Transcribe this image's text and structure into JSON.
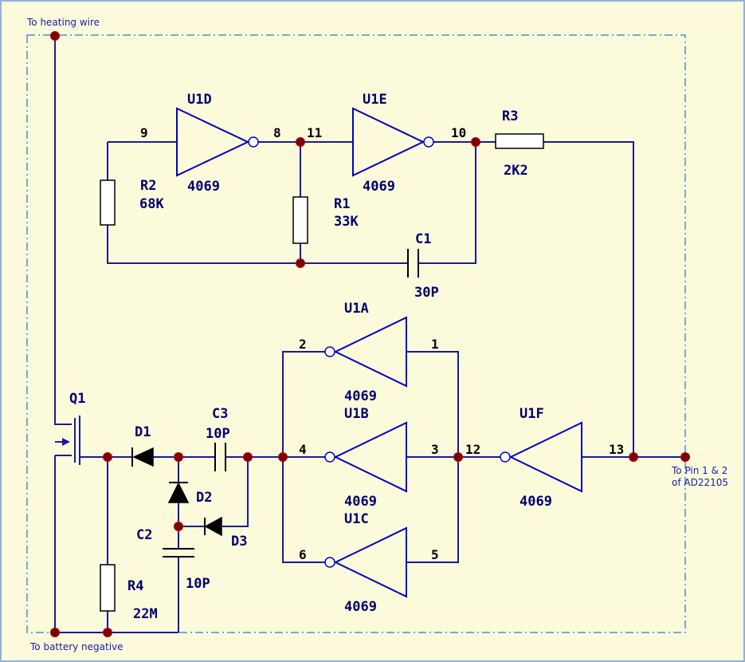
{
  "notes": {
    "heating_wire": "To heating wire",
    "battery_negative": "To battery negative",
    "pin_line1": "To Pin 1 & 2",
    "pin_line2": "of AD22105"
  },
  "components": {
    "u1d": {
      "ref": "U1D",
      "value": "4069",
      "pin_in": "9",
      "pin_out": "8"
    },
    "u1e": {
      "ref": "U1E",
      "value": "4069",
      "pin_in": "11",
      "pin_out": "10"
    },
    "u1a": {
      "ref": "U1A",
      "value": "4069",
      "pin_in": "1",
      "pin_out": "2"
    },
    "u1b": {
      "ref": "U1B",
      "value": "4069",
      "pin_in": "3",
      "pin_out": "4"
    },
    "u1c": {
      "ref": "U1C",
      "value": "4069",
      "pin_in": "5",
      "pin_out": "6"
    },
    "u1f": {
      "ref": "U1F",
      "value": "4069",
      "pin_in": "13",
      "pin_out": "12"
    },
    "r1": {
      "ref": "R1",
      "value": "33K"
    },
    "r2": {
      "ref": "R2",
      "value": "68K"
    },
    "r3": {
      "ref": "R3",
      "value": "2K2"
    },
    "r4": {
      "ref": "R4",
      "value": "22M"
    },
    "c1": {
      "ref": "C1",
      "value": "30P"
    },
    "c2": {
      "ref": "C2",
      "value": "10P"
    },
    "c3": {
      "ref": "C3",
      "value": "10P"
    },
    "d1": {
      "ref": "D1"
    },
    "d2": {
      "ref": "D2"
    },
    "d3": {
      "ref": "D3"
    },
    "q1": {
      "ref": "Q1"
    }
  },
  "colors": {
    "background": "#FBFBDC",
    "wire": "#1A1A9A",
    "gate": "#0000C8",
    "junction": "#7A0000",
    "label": "#00006E"
  }
}
